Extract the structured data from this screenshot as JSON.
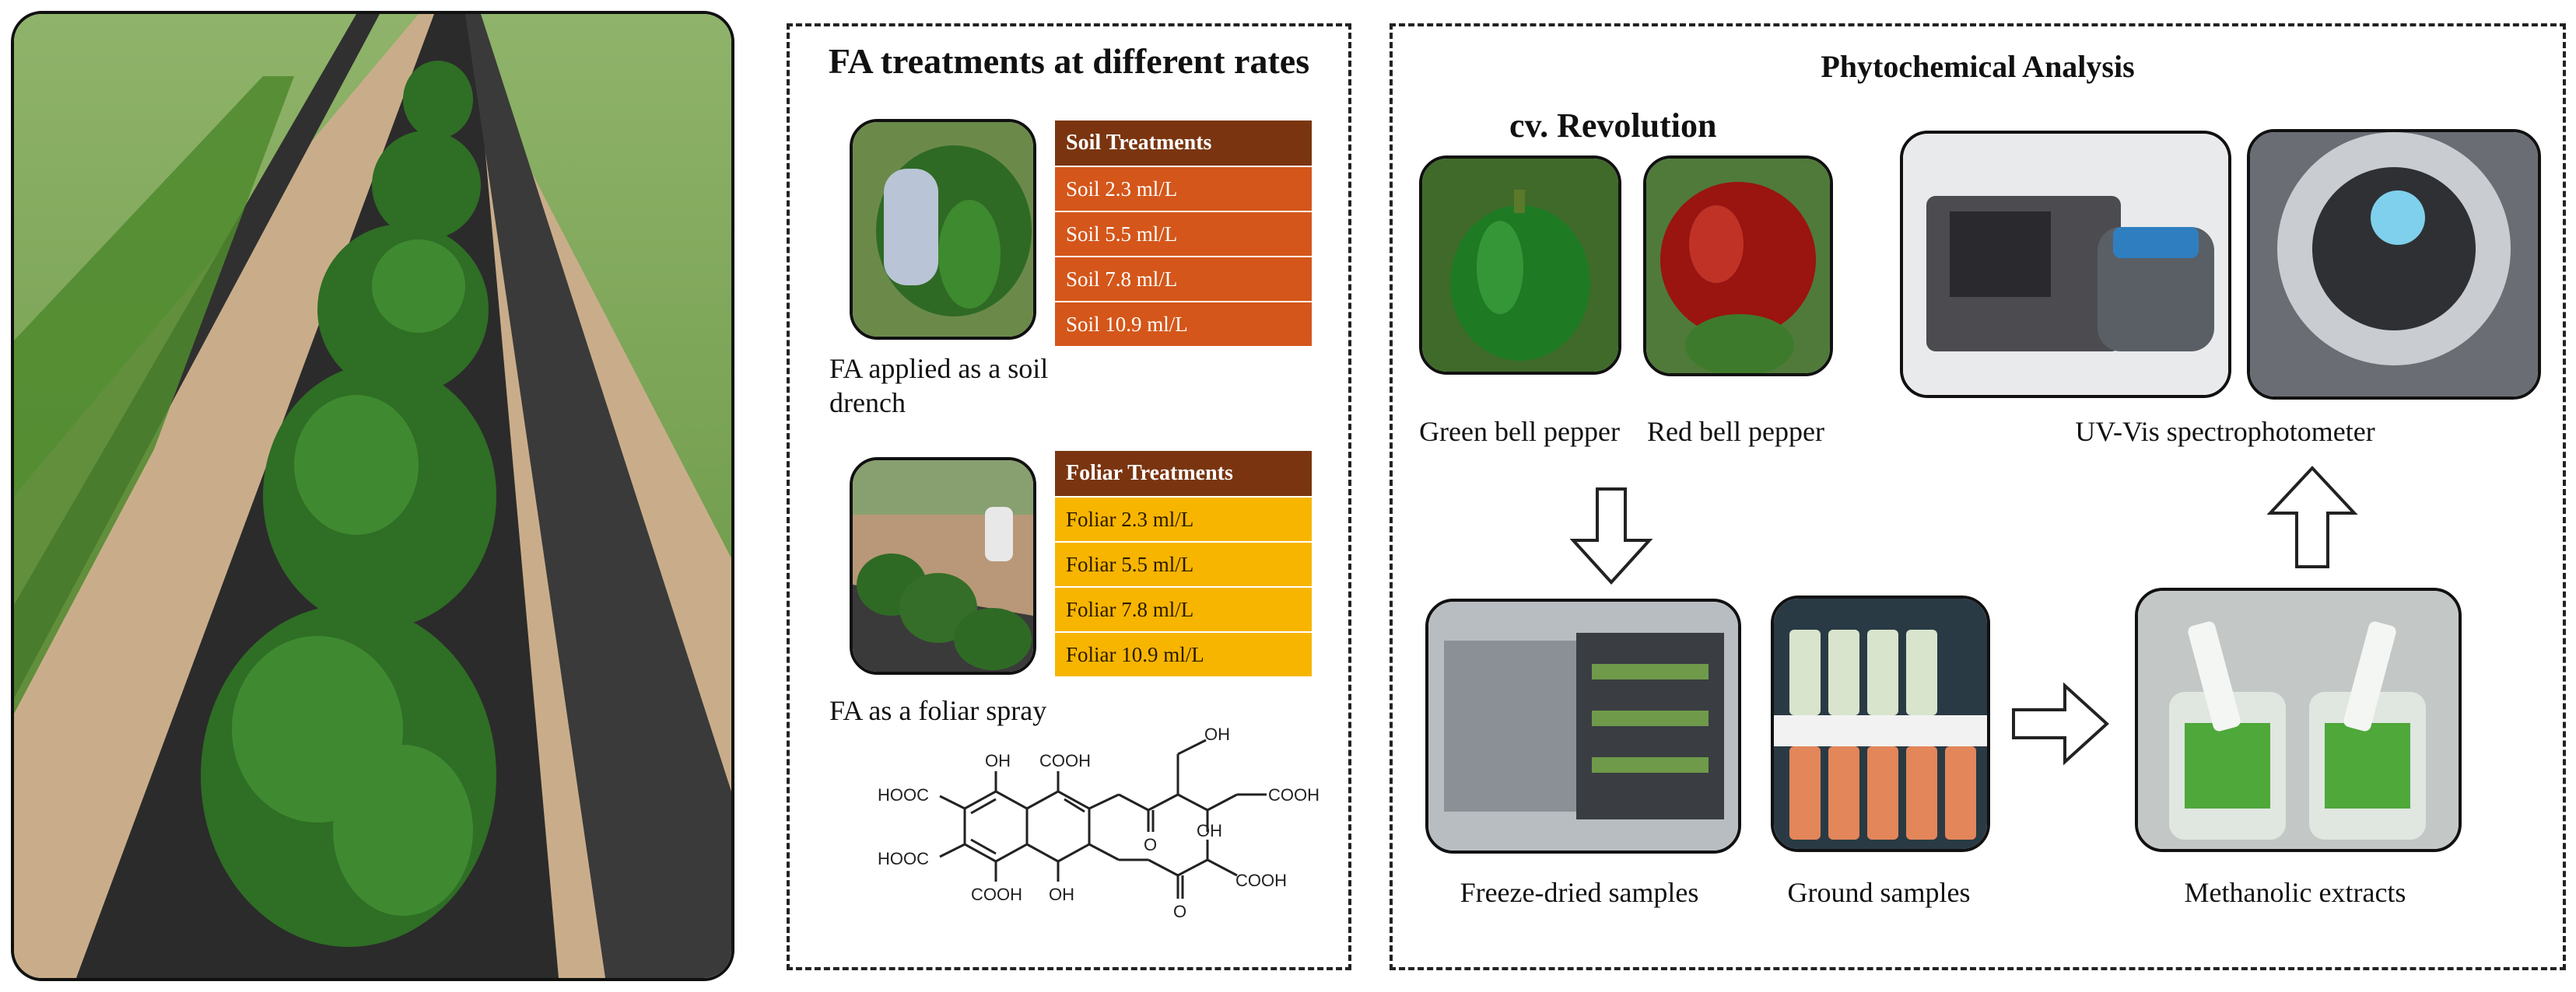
{
  "colors": {
    "soil_header": "#7a3510",
    "soil_row": "#d4561a",
    "foliar_header": "#7a3510",
    "foliar_row": "#f7b500"
  },
  "fa_panel": {
    "title": "FA treatments at different rates",
    "soil_table": {
      "header": "Soil Treatments",
      "rows": [
        "Soil 2.3 ml/L",
        "Soil 5.5 ml/L",
        "Soil 7.8 ml/L",
        "Soil 10.9 ml/L"
      ]
    },
    "soil_caption_line1": "FA  applied as a soil",
    "soil_caption_line2": "drench",
    "foliar_table": {
      "header": "Foliar Treatments",
      "rows": [
        "Foliar 2.3  ml/L",
        "Foliar 5.5  ml/L",
        "Foliar 7.8  ml/L",
        "Foliar 10.9  ml/L"
      ]
    },
    "foliar_caption": "FA  as a foliar spray",
    "structure_labels": {
      "oh1": "OH",
      "cooh1": "COOH",
      "oh_top": "OH",
      "hooc1": "HOOC",
      "hooc2": "HOOC",
      "cooh_r": "COOH",
      "o1": "O",
      "o2": "O",
      "oh_r": "OH",
      "cooh_r2": "COOH",
      "cooh_b": "COOH",
      "oh_b": "OH"
    }
  },
  "phyto_panel": {
    "title": "Phytochemical Analysis",
    "cultivar": "cv. Revolution",
    "green_caption": "Green bell pepper",
    "red_caption": "Red bell pepper",
    "uv_caption": "UV-Vis spectrophotometer",
    "freeze_caption": "Freeze-dried samples",
    "ground_caption": "Ground samples",
    "extract_caption": "Methanolic extracts"
  }
}
